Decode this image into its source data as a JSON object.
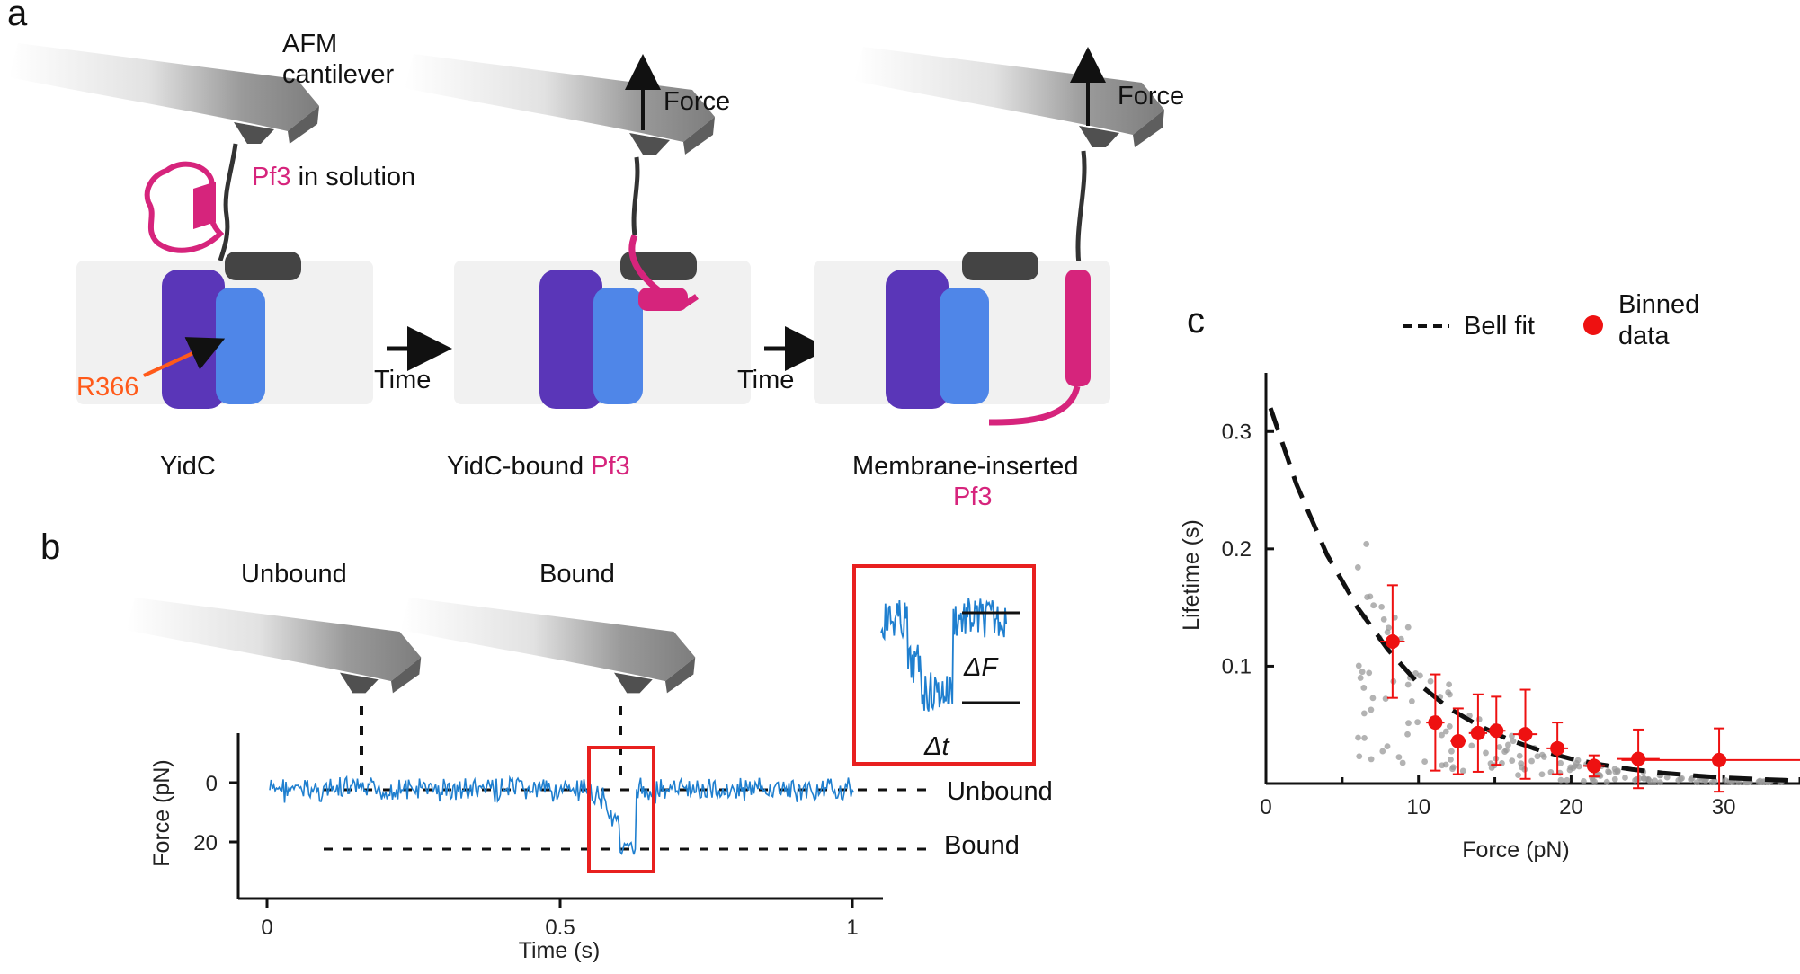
{
  "panel_a": {
    "label": "a",
    "cantilever_label_line1": "AFM",
    "cantilever_label_line2": "cantilever",
    "pf3_word": "Pf3",
    "in_solution": " in solution",
    "force_label": "Force",
    "time_label": "Time",
    "residue_label": "R366",
    "yidc_label": "YidC",
    "bound_prefix": "YidC-bound ",
    "inserted_line1": "Membrane-inserted",
    "colors": {
      "yidc": "#5a36b8",
      "yidc_helix2": "#4f86e8",
      "pf3": "#d6247c",
      "residue": "#ff5a1a",
      "lipid": "#cccccc"
    }
  },
  "panel_b": {
    "label": "b",
    "unbound_title": "Unbound",
    "bound_title": "Bound",
    "y_axis_label": "Force (pN)",
    "x_axis_label": "Time (s)",
    "y_ticks": [
      "0",
      "20"
    ],
    "x_ticks": [
      "0",
      "0.5",
      "1"
    ],
    "level_unbound": "Unbound",
    "level_bound": "Bound",
    "inset_delta_f": "ΔF",
    "inset_delta_t": "Δt",
    "trace_color": "#1f7fcf",
    "box_color": "#e8201f"
  },
  "panel_c": {
    "label": "c",
    "legend_fit": "Bell fit",
    "legend_binned_line1": "Binned",
    "legend_binned_line2": "data",
    "chart_data": {
      "type": "scatter",
      "xlabel": "Force (pN)",
      "ylabel": "Lifetime (s)",
      "xlim": [
        0,
        35
      ],
      "ylim": [
        0,
        0.35
      ],
      "x_ticks": [
        0,
        10,
        20,
        30
      ],
      "y_ticks": [
        0.1,
        0.2,
        0.3
      ],
      "legend_placement": "top",
      "binned_color": "#ee1111",
      "raw_color": "#999999",
      "series": [
        {
          "name": "Binned data",
          "x": [
            8.3,
            11.1,
            12.6,
            13.9,
            15.1,
            17.0,
            19.1,
            21.5,
            24.4,
            29.7
          ],
          "y": [
            0.121,
            0.052,
            0.036,
            0.043,
            0.045,
            0.042,
            0.03,
            0.015,
            0.021,
            0.02
          ],
          "x_err": [
            0.8,
            0.6,
            0.5,
            0.6,
            0.6,
            0.8,
            0.7,
            0.7,
            1.4,
            6.4
          ],
          "y_err": [
            0.048,
            0.041,
            0.028,
            0.033,
            0.029,
            0.038,
            0.022,
            0.009,
            0.025,
            0.027
          ]
        },
        {
          "name": "Bell fit",
          "x": [
            0.3,
            2,
            4,
            6,
            8,
            10,
            12,
            14,
            16,
            18,
            20,
            22,
            24,
            26,
            28,
            30,
            32,
            34,
            35
          ],
          "y": [
            0.32,
            0.255,
            0.195,
            0.15,
            0.114,
            0.085,
            0.064,
            0.049,
            0.037,
            0.028,
            0.021,
            0.016,
            0.012,
            0.009,
            0.0068,
            0.005,
            0.0038,
            0.0028,
            0.0024
          ]
        }
      ]
    }
  }
}
